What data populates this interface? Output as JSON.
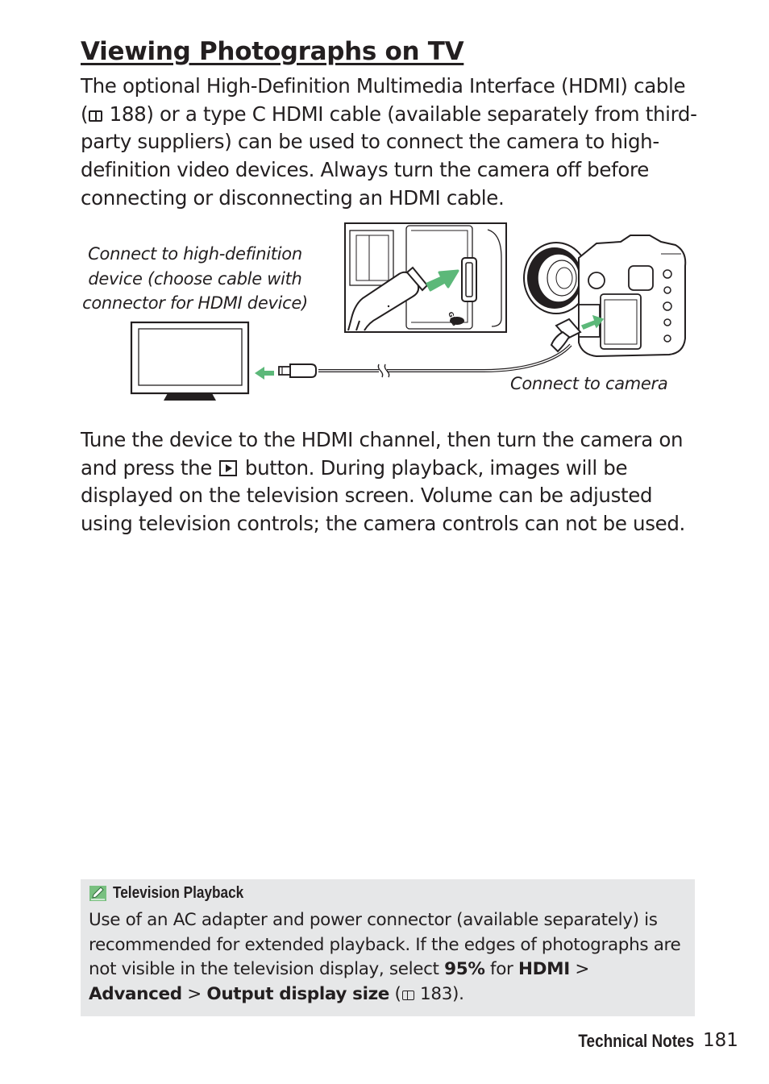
{
  "heading": "Viewing Photographs on TV",
  "intro": {
    "l1": "The optional High-Definition Multimedia Interface (HDMI) cable",
    "l2_open": "(",
    "l2_ref": "188",
    "l2_rest": "or a type C HDMI cable (available separately from third-",
    "l3": "party suppliers) can be used to connect the camera to high-",
    "l4": "definition video devices. Always turn the camera off before",
    "l5": "connecting or disconnecting an HDMI cable."
  },
  "diagram": {
    "caption_device": [
      "Connect to high-definition",
      "device (choose cable with",
      "connector for HDMI device)"
    ],
    "caption_camera": "Connect to camera",
    "gps_label": "GPS",
    "arrow_color": "#5cb879"
  },
  "tune": {
    "l1": "Tune the device to the HDMI channel, then turn the camera on",
    "l2_pre": "and press the",
    "l2_post": "button. During playback, images will be",
    "l3": "displayed on the television screen.  Volume can be adjusted",
    "l4": "using television controls; the camera controls can not be used."
  },
  "note": {
    "icon": "pencil-note-icon",
    "title": "Television Playback",
    "l1": "Use of an AC adapter and power connector (available separately) is",
    "l2": "recommended for extended playback.  If the edges of photographs are",
    "l3_pre": "not visible in the television display, select",
    "l3_b1": "95%",
    "l3_mid": "for",
    "l3_b2": "HDMI",
    "l3_gt": ">",
    "l4_b1": "Advanced",
    "l4_gt": ">",
    "l4_b2": "Output display size",
    "l4_open": "(",
    "l4_ref": "183",
    "l4_close": ")."
  },
  "footer": {
    "section": "Technical Notes",
    "page": "181"
  }
}
